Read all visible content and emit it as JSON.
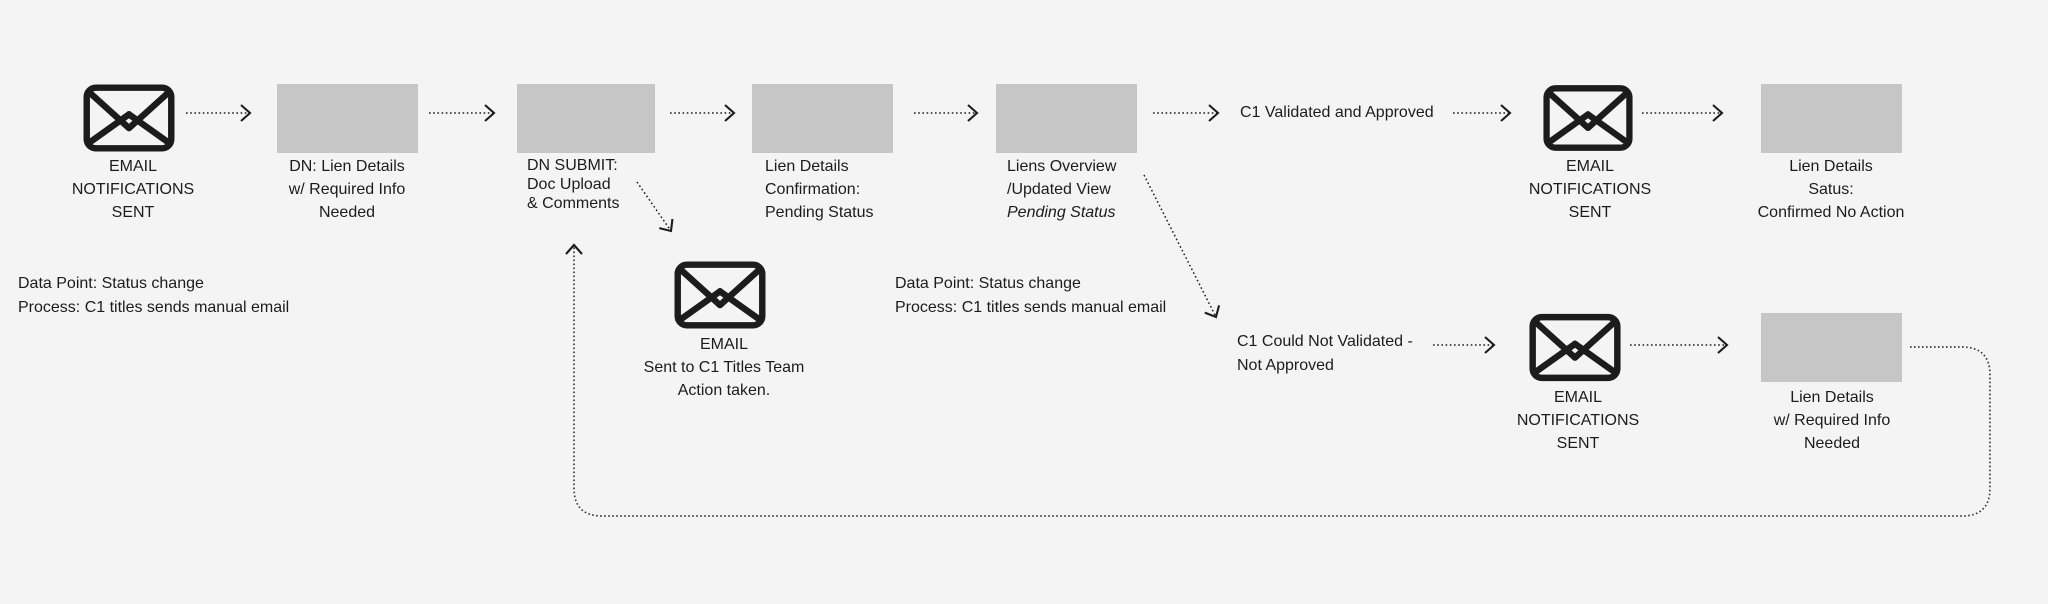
{
  "colors": {
    "background": "#f4f4f4",
    "screen_box": "#c5c6c5",
    "ink": "#1c1c1c"
  },
  "flow": {
    "email_sent_1": {
      "icon": "envelope-icon",
      "lines": [
        "EMAIL",
        "NOTIFICATIONS",
        "SENT"
      ]
    },
    "dn_lien_details": {
      "lines": [
        "DN: Lien Details",
        "w/ Required Info",
        "Needed"
      ]
    },
    "dn_submit": {
      "lines": [
        "DN SUBMIT:",
        "Doc Upload",
        "& Comments"
      ]
    },
    "lien_confirmation": {
      "lines": [
        "Lien Details",
        "Confirmation:",
        "Pending Status"
      ]
    },
    "liens_overview": {
      "lines": [
        "Liens Overview",
        "/Updated View",
        "Pending Status"
      ]
    },
    "validated_label": "C1 Validated and Approved",
    "email_sent_2": {
      "icon": "envelope-icon",
      "lines": [
        "EMAIL",
        "NOTIFICATIONS",
        "SENT"
      ]
    },
    "lien_confirmed": {
      "lines": [
        "Lien Details",
        "Satus:",
        "Confirmed No Action"
      ]
    },
    "note_left": {
      "lines": [
        "Data Point: Status change",
        "Process: C1 titles sends manual email"
      ]
    },
    "email_titles": {
      "icon": "envelope-icon",
      "lines": [
        "EMAIL",
        "Sent to C1 Titles Team",
        "Action taken."
      ]
    },
    "note_mid": {
      "lines": [
        "Data Point: Status change",
        "Process: C1 titles sends manual email"
      ]
    },
    "not_validated_label": {
      "lines": [
        "C1 Could Not Validated -",
        "Not Approved"
      ]
    },
    "email_sent_3": {
      "icon": "envelope-icon",
      "lines": [
        "EMAIL",
        "NOTIFICATIONS",
        "SENT"
      ]
    },
    "lien_required": {
      "lines": [
        "Lien Details",
        "w/ Required Info",
        "Needed"
      ]
    }
  }
}
